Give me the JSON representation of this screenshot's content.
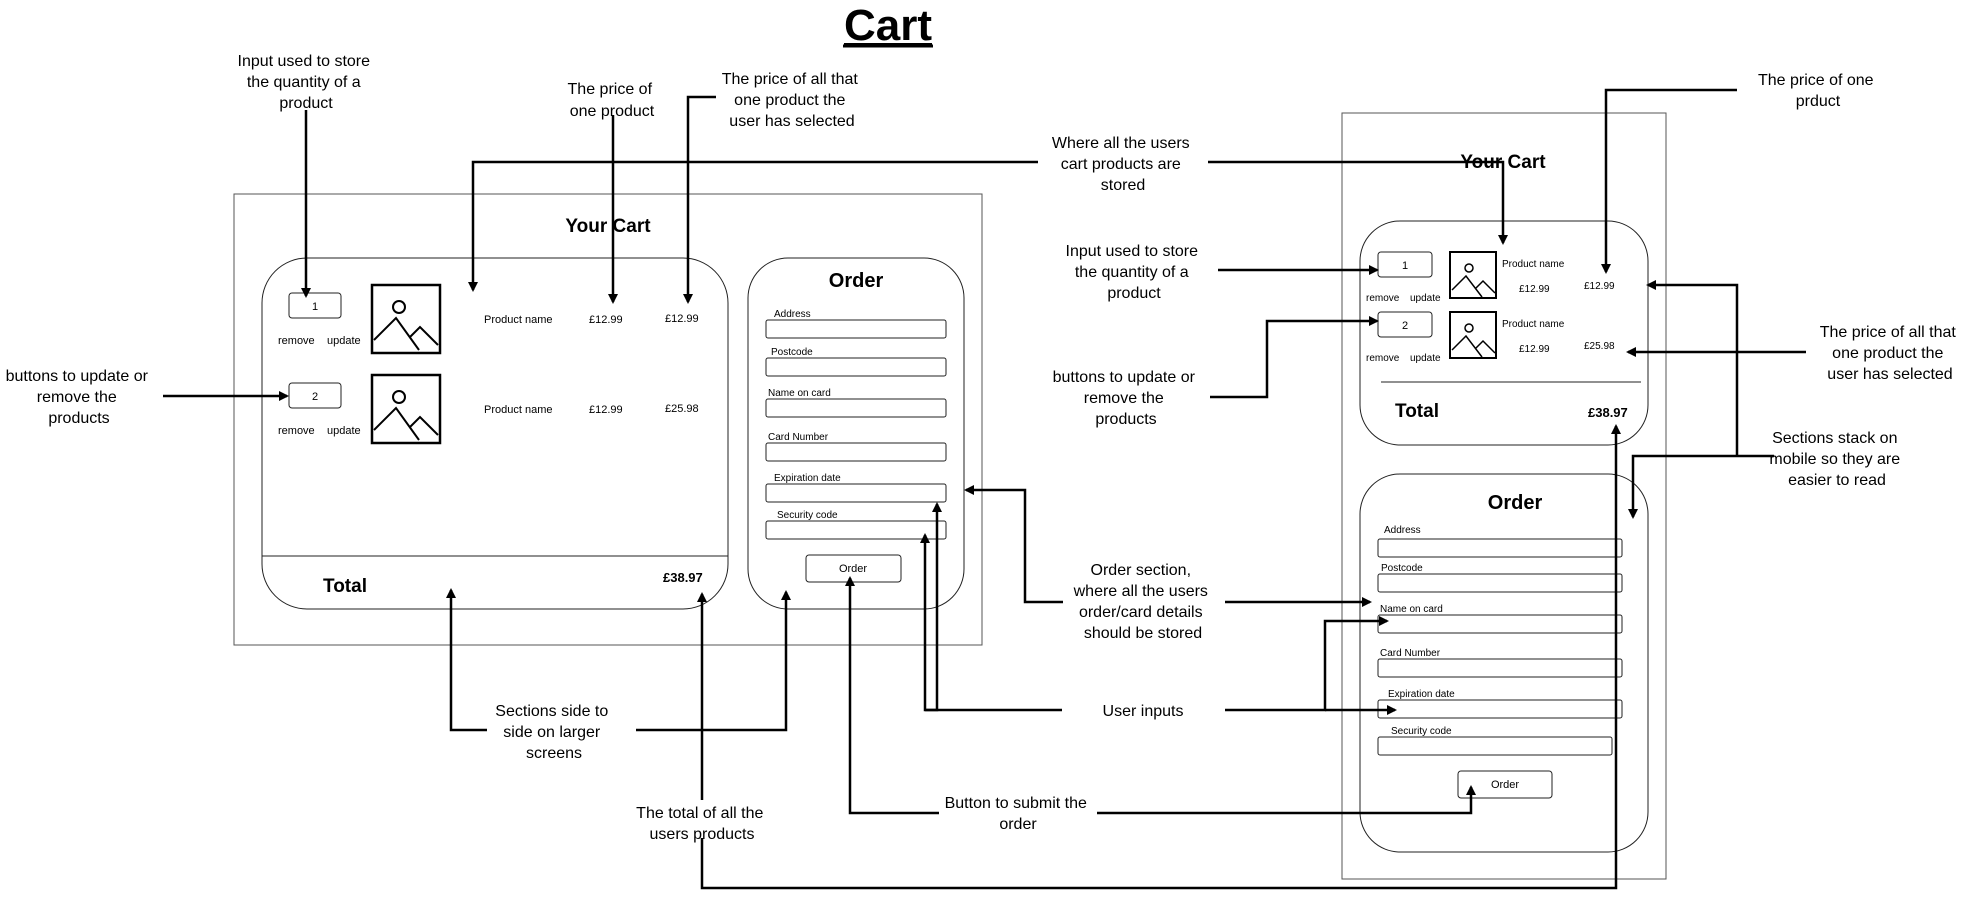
{
  "page_title": "Cart",
  "desktop": {
    "cart_heading": "Your Cart",
    "rows": [
      {
        "quantity": "1",
        "remove": "remove",
        "update": "update",
        "name": "Product name",
        "unit_price": "£12.99",
        "line_price": "£12.99"
      },
      {
        "quantity": "2",
        "remove": "remove",
        "update": "update",
        "name": "Product name",
        "unit_price": "£12.99",
        "line_price": "£25.98"
      }
    ],
    "total_label": "Total",
    "total_value": "£38.97",
    "order_heading": "Order",
    "fields": [
      "Address",
      "Postcode",
      "Name on card",
      "Card Number",
      "Expiration date",
      "Security code"
    ],
    "order_button": "Order"
  },
  "mobile": {
    "cart_heading": "Your Cart",
    "rows": [
      {
        "quantity": "1",
        "remove": "remove",
        "update": "update",
        "name": "Product name",
        "unit_price": "£12.99",
        "line_price": "£12.99"
      },
      {
        "quantity": "2",
        "remove": "remove",
        "update": "update",
        "name": "Product name",
        "unit_price": "£12.99",
        "line_price": "£25.98"
      }
    ],
    "total_label": "Total",
    "total_value": "£38.97",
    "order_heading": "Order",
    "fields": [
      "Address",
      "Postcode",
      "Name on card",
      "Card Number",
      "Expiration date",
      "Security code"
    ],
    "order_button": "Order"
  },
  "annotations": {
    "quantity_input_left": [
      "Input used to store",
      "the quantity of a",
      "product"
    ],
    "unit_price_left": [
      "The price of",
      "one product"
    ],
    "line_price_left": [
      "The price of all that",
      "one product the",
      "user has selected"
    ],
    "cart_storage": [
      "Where all the users",
      "cart products are",
      "stored"
    ],
    "buttons_left": [
      "buttons to update or",
      "remove the",
      "products"
    ],
    "side_by_side": [
      "Sections side to",
      "side on larger",
      "screens"
    ],
    "total_all": [
      "The total of all the",
      "users products"
    ],
    "submit_button": [
      "Button to submit the",
      "order"
    ],
    "user_inputs": [
      "User inputs"
    ],
    "order_section": [
      "Order section,",
      "where all the users",
      "order/card details",
      "should be stored"
    ],
    "quantity_input_mid": [
      "Input used to store",
      "the quantity of a",
      "product"
    ],
    "buttons_mid": [
      "buttons to update or",
      "remove the",
      "products"
    ],
    "unit_price_right": [
      "The price of one",
      "prduct"
    ],
    "line_price_right": [
      "The price of all that",
      "one product the",
      "user has selected"
    ],
    "stack_mobile": [
      "Sections stack on",
      "mobile so they are",
      "easier to read"
    ]
  }
}
